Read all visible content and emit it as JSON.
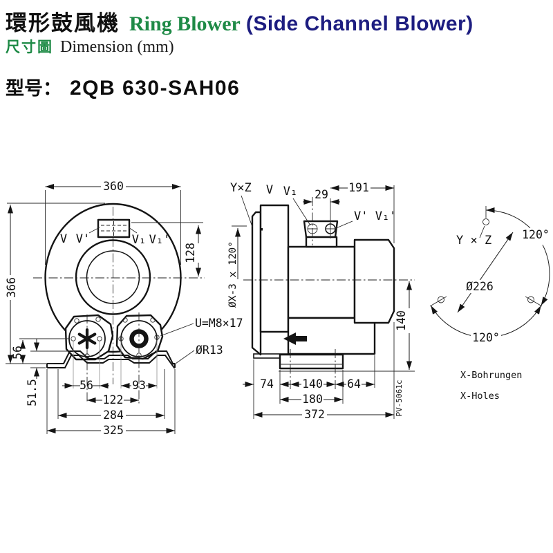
{
  "header": {
    "title_zh": "環形鼓風機",
    "title_en": "Ring Blower",
    "title_paren": "(Side Channel Blower)",
    "sub_zh": "尺寸圖",
    "sub_en": "Dimension (mm)",
    "model_label": "型号：",
    "model_value": "2QB 630-SAH06",
    "colors": {
      "green": "#1e8a46",
      "navy": "#1d1d80",
      "ink": "#101010"
    }
  },
  "front_view": {
    "dims": {
      "width": "360",
      "height": "366",
      "inlet_drop": "128",
      "port_center_height": "56",
      "base_height": "51.5",
      "left_bolt_span": "56",
      "right_bolt_span": "93",
      "port_spacing": "122",
      "foot_hole_span": "284",
      "base_width": "325"
    },
    "labels": {
      "v": "V",
      "v_prime": "V'",
      "v1": "V₁",
      "v1_prime": "V₁'",
      "bolt_spec": "U=M8×17",
      "foot_radius": "ØR13"
    }
  },
  "side_view": {
    "dims": {
      "terminal_hole_gap": "29",
      "motor_length": "191",
      "base_drop": "140",
      "front_offset": "74",
      "foot_hole_span": "140",
      "rear_offset": "64",
      "foot_length": "180",
      "overall_length": "372"
    },
    "labels": {
      "hole_ref": "Y×Z",
      "v": "V",
      "v1": "V₁",
      "v_primes": "V' V₁'",
      "flange_holes": "ØX-3 x 120°",
      "drawing_code": "PV-5061c"
    }
  },
  "bolt_circle": {
    "labels": {
      "hole_ref": "Y × Z",
      "pitch_diameter": "Ø226",
      "angle_right": "120°",
      "angle_bottom": "120°"
    },
    "captions": {
      "german": "X-Bohrungen",
      "english": "X-Holes"
    }
  }
}
